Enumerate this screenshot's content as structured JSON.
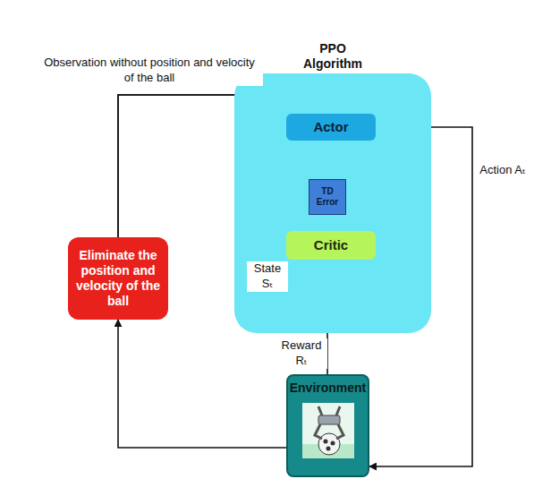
{
  "diagram": {
    "nodes": [
      {
        "text": [
          "PPO Algorithm"
        ]
      },
      {
        "text": [
          "Actor"
        ],
        "in": 0
      },
      {
        "text": [
          "TD Error"
        ],
        "in": 0
      },
      {
        "text": [
          "Critic"
        ],
        "in": 0
      },
      {
        "text": [
          "Eliminate the position and velocity of the ball"
        ]
      },
      {
        "text": [
          "Environment"
        ]
      }
    ],
    "edges": [
      {
        "from": 1,
        "to": 5,
        "arrow": "to",
        "label": "Action Aₜ"
      },
      {
        "from": 5,
        "to": 4,
        "arrow": "to"
      },
      {
        "from": 4,
        "to": 1,
        "arrow": "to",
        "label": "Observation without position and velocity of the ball"
      },
      {
        "from": 4,
        "to": 3,
        "arrow": "to",
        "label": "State Sₜ"
      },
      {
        "from": 5,
        "to": 3,
        "arrow": "to",
        "label": "Reward Rₜ"
      },
      {
        "from": 2,
        "to": 1,
        "arrow": "to"
      },
      {
        "from": 2,
        "to": 3,
        "arrow": "to"
      },
      {
        "from": 3,
        "to": 2,
        "arrow": "none"
      }
    ]
  }
}
